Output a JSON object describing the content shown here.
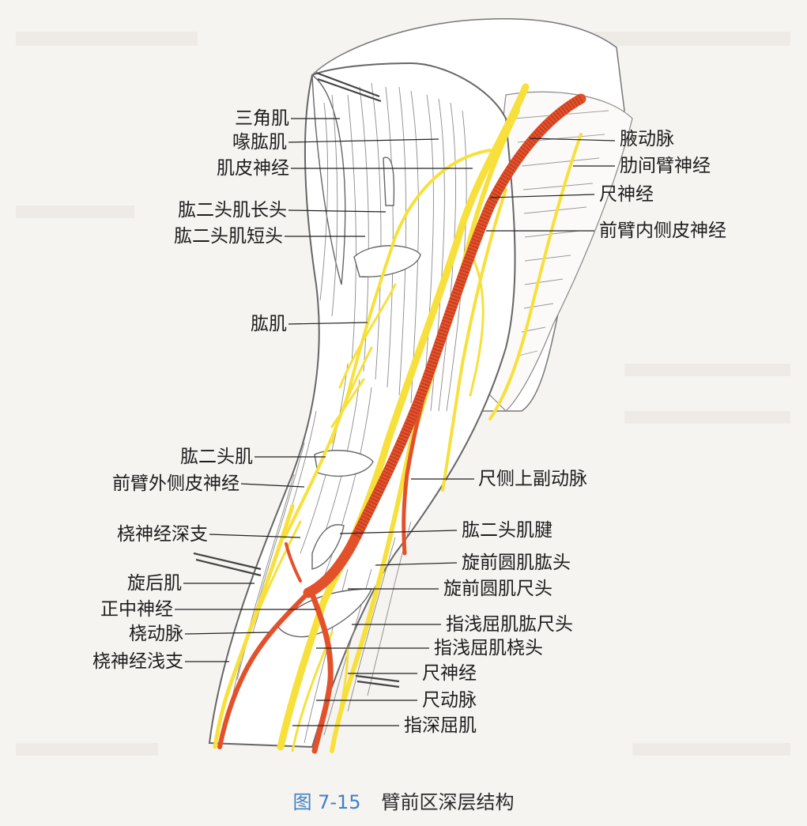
{
  "colors": {
    "background": "#f6f4f1",
    "artery": "#e3512b",
    "nerve": "#f7e03c",
    "muscle_outline": "#777777",
    "caption_figure": "#3d82c4"
  },
  "labels_left": [
    "三角肌",
    "喙肱肌",
    "肌皮神经",
    "肱二头肌长头",
    "肱二头肌短头",
    "肱肌",
    "肱二头肌",
    "前臂外侧皮神经",
    "桡神经深支",
    "旋后肌",
    "正中神经",
    "桡动脉",
    "桡神经浅支"
  ],
  "labels_right": [
    "腋动脉",
    "肋间臂神经",
    "尺神经",
    "前臂内侧皮神经",
    "尺侧上副动脉",
    "肱二头肌腱",
    "旋前圆肌肱头",
    "旋前圆肌尺头",
    "指浅屈肌肱尺头",
    "指浅屈肌桡头",
    "尺神经",
    "尺动脉",
    "指深屈肌"
  ],
  "caption": {
    "figure_number": "图 7-15",
    "title": "臂前区深层结构"
  }
}
